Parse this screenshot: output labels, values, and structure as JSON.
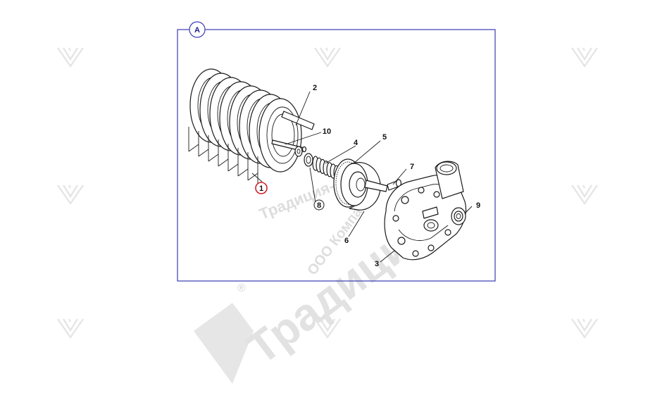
{
  "frame": {
    "label": "A"
  },
  "callouts": {
    "c1": "1",
    "c2": "2",
    "c3": "3",
    "c4": "4",
    "c5": "5",
    "c6": "6",
    "c7": "7",
    "c8": "8",
    "c9": "9",
    "c10": "10"
  },
  "watermark": {
    "brand": "Традиция-К",
    "company": "ООО Компания",
    "registered": "®"
  },
  "colors": {
    "frame": "#3b3bb5",
    "highlight": "#d0202a",
    "watermark": "#e2e2e2"
  }
}
